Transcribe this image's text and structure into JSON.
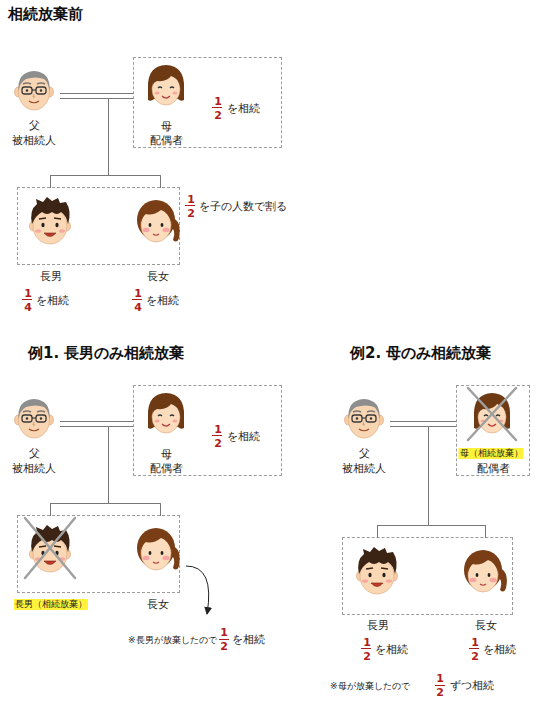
{
  "diagram": {
    "nodes": [
      {
        "text": [
          "父",
          "被相続人"
        ]
      },
      {
        "text": [
          "母",
          "配偶者",
          "1",
          "2",
          "を相続"
        ]
      },
      {
        "text": [
          "1",
          "2",
          "を子の人数で割る"
        ]
      },
      {
        "text": [
          "長男",
          "1",
          "4",
          "を相続"
        ],
        "in": 2
      },
      {
        "text": [
          "長女",
          "1",
          "4",
          "を相続"
        ],
        "in": 2
      },
      {
        "text": [
          "父",
          "被相続人"
        ]
      },
      {
        "text": [
          "母",
          "配偶者",
          "1",
          "2",
          "を相続"
        ]
      },
      {
        "text": []
      },
      {
        "text": [
          "長男（相続放棄）"
        ],
        "in": 7
      },
      {
        "text": [
          "長女"
        ],
        "in": 7
      },
      {
        "text": [
          "父",
          "被相続人"
        ]
      },
      {
        "text": [
          "母（相続放棄）",
          "配偶者"
        ]
      },
      {
        "text": []
      },
      {
        "text": [
          "長男",
          "1",
          "2",
          "を相続"
        ],
        "in": 12
      },
      {
        "text": [
          "長女",
          "1",
          "2",
          "を相続"
        ],
        "in": 12
      }
    ],
    "edges": [
      {
        "from": 0,
        "to": 1,
        "arrow": "none"
      },
      {
        "from": 0,
        "to": 3,
        "arrow": "none"
      },
      {
        "from": 0,
        "to": 4,
        "arrow": "none"
      },
      {
        "from": 1,
        "to": 3,
        "arrow": "none"
      },
      {
        "from": 1,
        "to": 4,
        "arrow": "none"
      },
      {
        "from": 5,
        "to": 6,
        "arrow": "none"
      },
      {
        "from": 5,
        "to": 8,
        "arrow": "none"
      },
      {
        "from": 5,
        "to": 9,
        "arrow": "none"
      },
      {
        "from": 6,
        "to": 8,
        "arrow": "none"
      },
      {
        "from": 6,
        "to": 9,
        "arrow": "none"
      },
      {
        "from": 10,
        "to": 11,
        "arrow": "none"
      },
      {
        "from": 10,
        "to": 13,
        "arrow": "none"
      },
      {
        "from": 10,
        "to": 14,
        "arrow": "none"
      },
      {
        "from": 11,
        "to": 13,
        "arrow": "none"
      },
      {
        "from": 11,
        "to": 14,
        "arrow": "none"
      }
    ],
    "labels": [
      "相続放棄前",
      "例1. 長男のみ相続放棄",
      "例2. 母のみ相続放棄",
      "※長男が放棄したので",
      "1",
      "2",
      "を相続",
      "※母が放棄したので",
      "1",
      "2",
      "ずつ相続"
    ]
  }
}
